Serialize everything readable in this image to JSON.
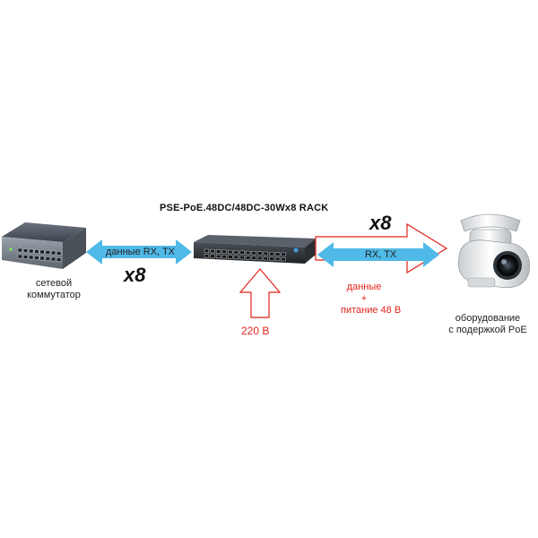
{
  "diagram": {
    "title": "PSE-PoE.48DC/48DC-30Wx8 RACK",
    "nodes": [
      {
        "id": "switch",
        "label_lines": [
          "сетевой",
          "коммутатор"
        ]
      },
      {
        "id": "pse",
        "label_lines": []
      },
      {
        "id": "device",
        "label_lines": [
          "оборудование",
          "с подержкой PoE"
        ]
      }
    ],
    "links": [
      {
        "from": "switch",
        "to": "pse",
        "label": "данные RX, TX",
        "multiplier": "x8",
        "color": "#4fb9e7",
        "style": "double-arrow"
      },
      {
        "from": "pse",
        "to": "device",
        "label": "RX, TX",
        "multiplier": "x8",
        "color": "#4fb9e7",
        "outline_color": "#e2231a",
        "style": "double-arrow-outlined"
      }
    ],
    "power_input": {
      "label": "220 В",
      "color": "#e2231a",
      "style": "up-arrow-outline"
    },
    "device_line_note": {
      "lines": [
        "данные",
        "+",
        "питание 48 В"
      ],
      "color": "#e2231a"
    }
  },
  "colors": {
    "data_arrow": "#4fb9e7",
    "power_outline": "#e2231a",
    "text": "#222222"
  }
}
